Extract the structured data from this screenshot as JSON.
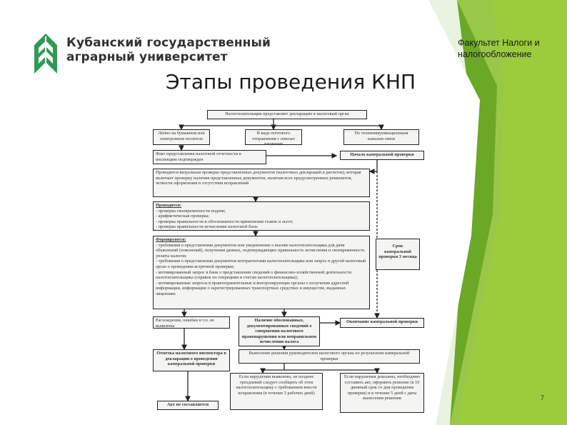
{
  "header": {
    "university_line1": "Кубанский государственный",
    "university_line2": "аграрный университет",
    "faculty": "Факультет Налоги и налогообложение"
  },
  "slide": {
    "title": "Этапы проведения КНП",
    "page_number": "7"
  },
  "colors": {
    "green_dark": "#6aa826",
    "green_light": "#9ccb3b",
    "logo_green": "#2e9a56"
  },
  "diagram": {
    "top": "Налогоплательщик представляет декларацию в налоговый орган",
    "submit_paper": "Лично на бумажном или электронном носителе",
    "submit_mail": "В виде почтового отправления с описью вложения",
    "submit_telecom": "По телекоммуникационным каналам связи",
    "fact": "Факт представления налоговой отчетности в инспекцию подтвержден",
    "start": "Начало камеральной проверки",
    "visual": "Проводится визуальная проверка представленных документов (налоговых деклараций и расчетов), которая включает проверку наличия представленных документов, наличия всех предусмотренных реквизитов, четкости оформления и отсутствия исправлений",
    "checks_head": "Проводится:",
    "checks": [
      "- проверка своевременности подачи;",
      "- арифметическая проверка;",
      "- проверка правильности и обоснованности применения ставок и льгот;",
      "- проверка правильности исчисления налоговой базы"
    ],
    "forms_head": "Формируются:",
    "forms": [
      "- требования о представлении документов или уведомление о вызове налогоплательщика для дачи объяснений (пояснений), получения данных, подтверждающих правильность исчисления и своевременность уплаты налогов;",
      "- требования о представлении документов контрагентами налогоплательщика или запрос в другой налоговый орган о проведении встречной проверки;",
      "- мотивированный запрос в банк о представлении сведений о финансово-хозяйственной деятельности налогоплательщика (справок по операциям и счетам налогоплательщика);",
      "- мотивированные запросы в правоохранительные и контролирующие органы о получении адресной информации, информации о зарегистрированных транспортных средствах и имуществе, выданных лицензиях"
    ],
    "deadline": "Срок камеральной проверки 3 месяца",
    "no_errors": "Расхождения, ошибки и т.п. не выявлены",
    "errors_found": "Наличие обоснованных, документированных сведений о совершении налогового правонарушения или неправильном исчислении налога",
    "end": "Окончание камеральной проверки",
    "decision": "Вынесение решения руководителем налогового органа по результатам камеральной проверки",
    "note": "Отметка налогового инспектора в декларации о проведении камеральной проверки",
    "fix_case": "Если нарушения выявлены, не позднее трехдневий следует сообщить об этом налогоплательщику с требованием внести исправления (в течение 5 рабочих дней)",
    "proven_case": "Если нарушения доказаны, необходимо составить акт, оформить решение (в 10 дневный срок со дня проведения проверки) и в течение 5 дней с даты вынесения решения",
    "no_act": "Акт не составляется"
  }
}
